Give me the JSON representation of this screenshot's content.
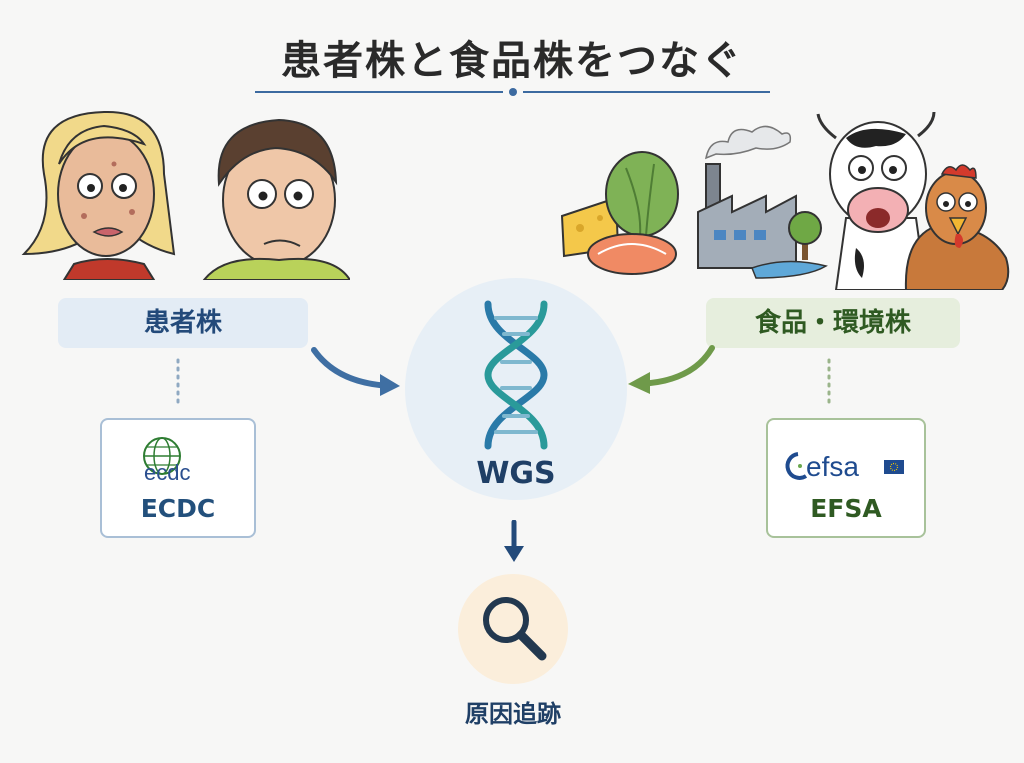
{
  "title": "患者株と食品株をつなぐ",
  "left_panel": {
    "label": "患者株",
    "logo_text": "ecdc",
    "org_name": "ECDC"
  },
  "right_panel": {
    "label": "食品・環境株",
    "logo_text": "efsa",
    "org_name": "EFSA"
  },
  "center": {
    "label": "WGS"
  },
  "result": {
    "label": "原因追跡"
  },
  "colors": {
    "left_accent": "#3f6fa3",
    "right_accent": "#6f9a4a",
    "center_accent": "#2a8a8a",
    "title_rule": "#3c6aa0"
  },
  "icons": [
    "dna-icon",
    "magnifier-icon",
    "ecdc-globe-icon",
    "eu-flag-icon"
  ]
}
